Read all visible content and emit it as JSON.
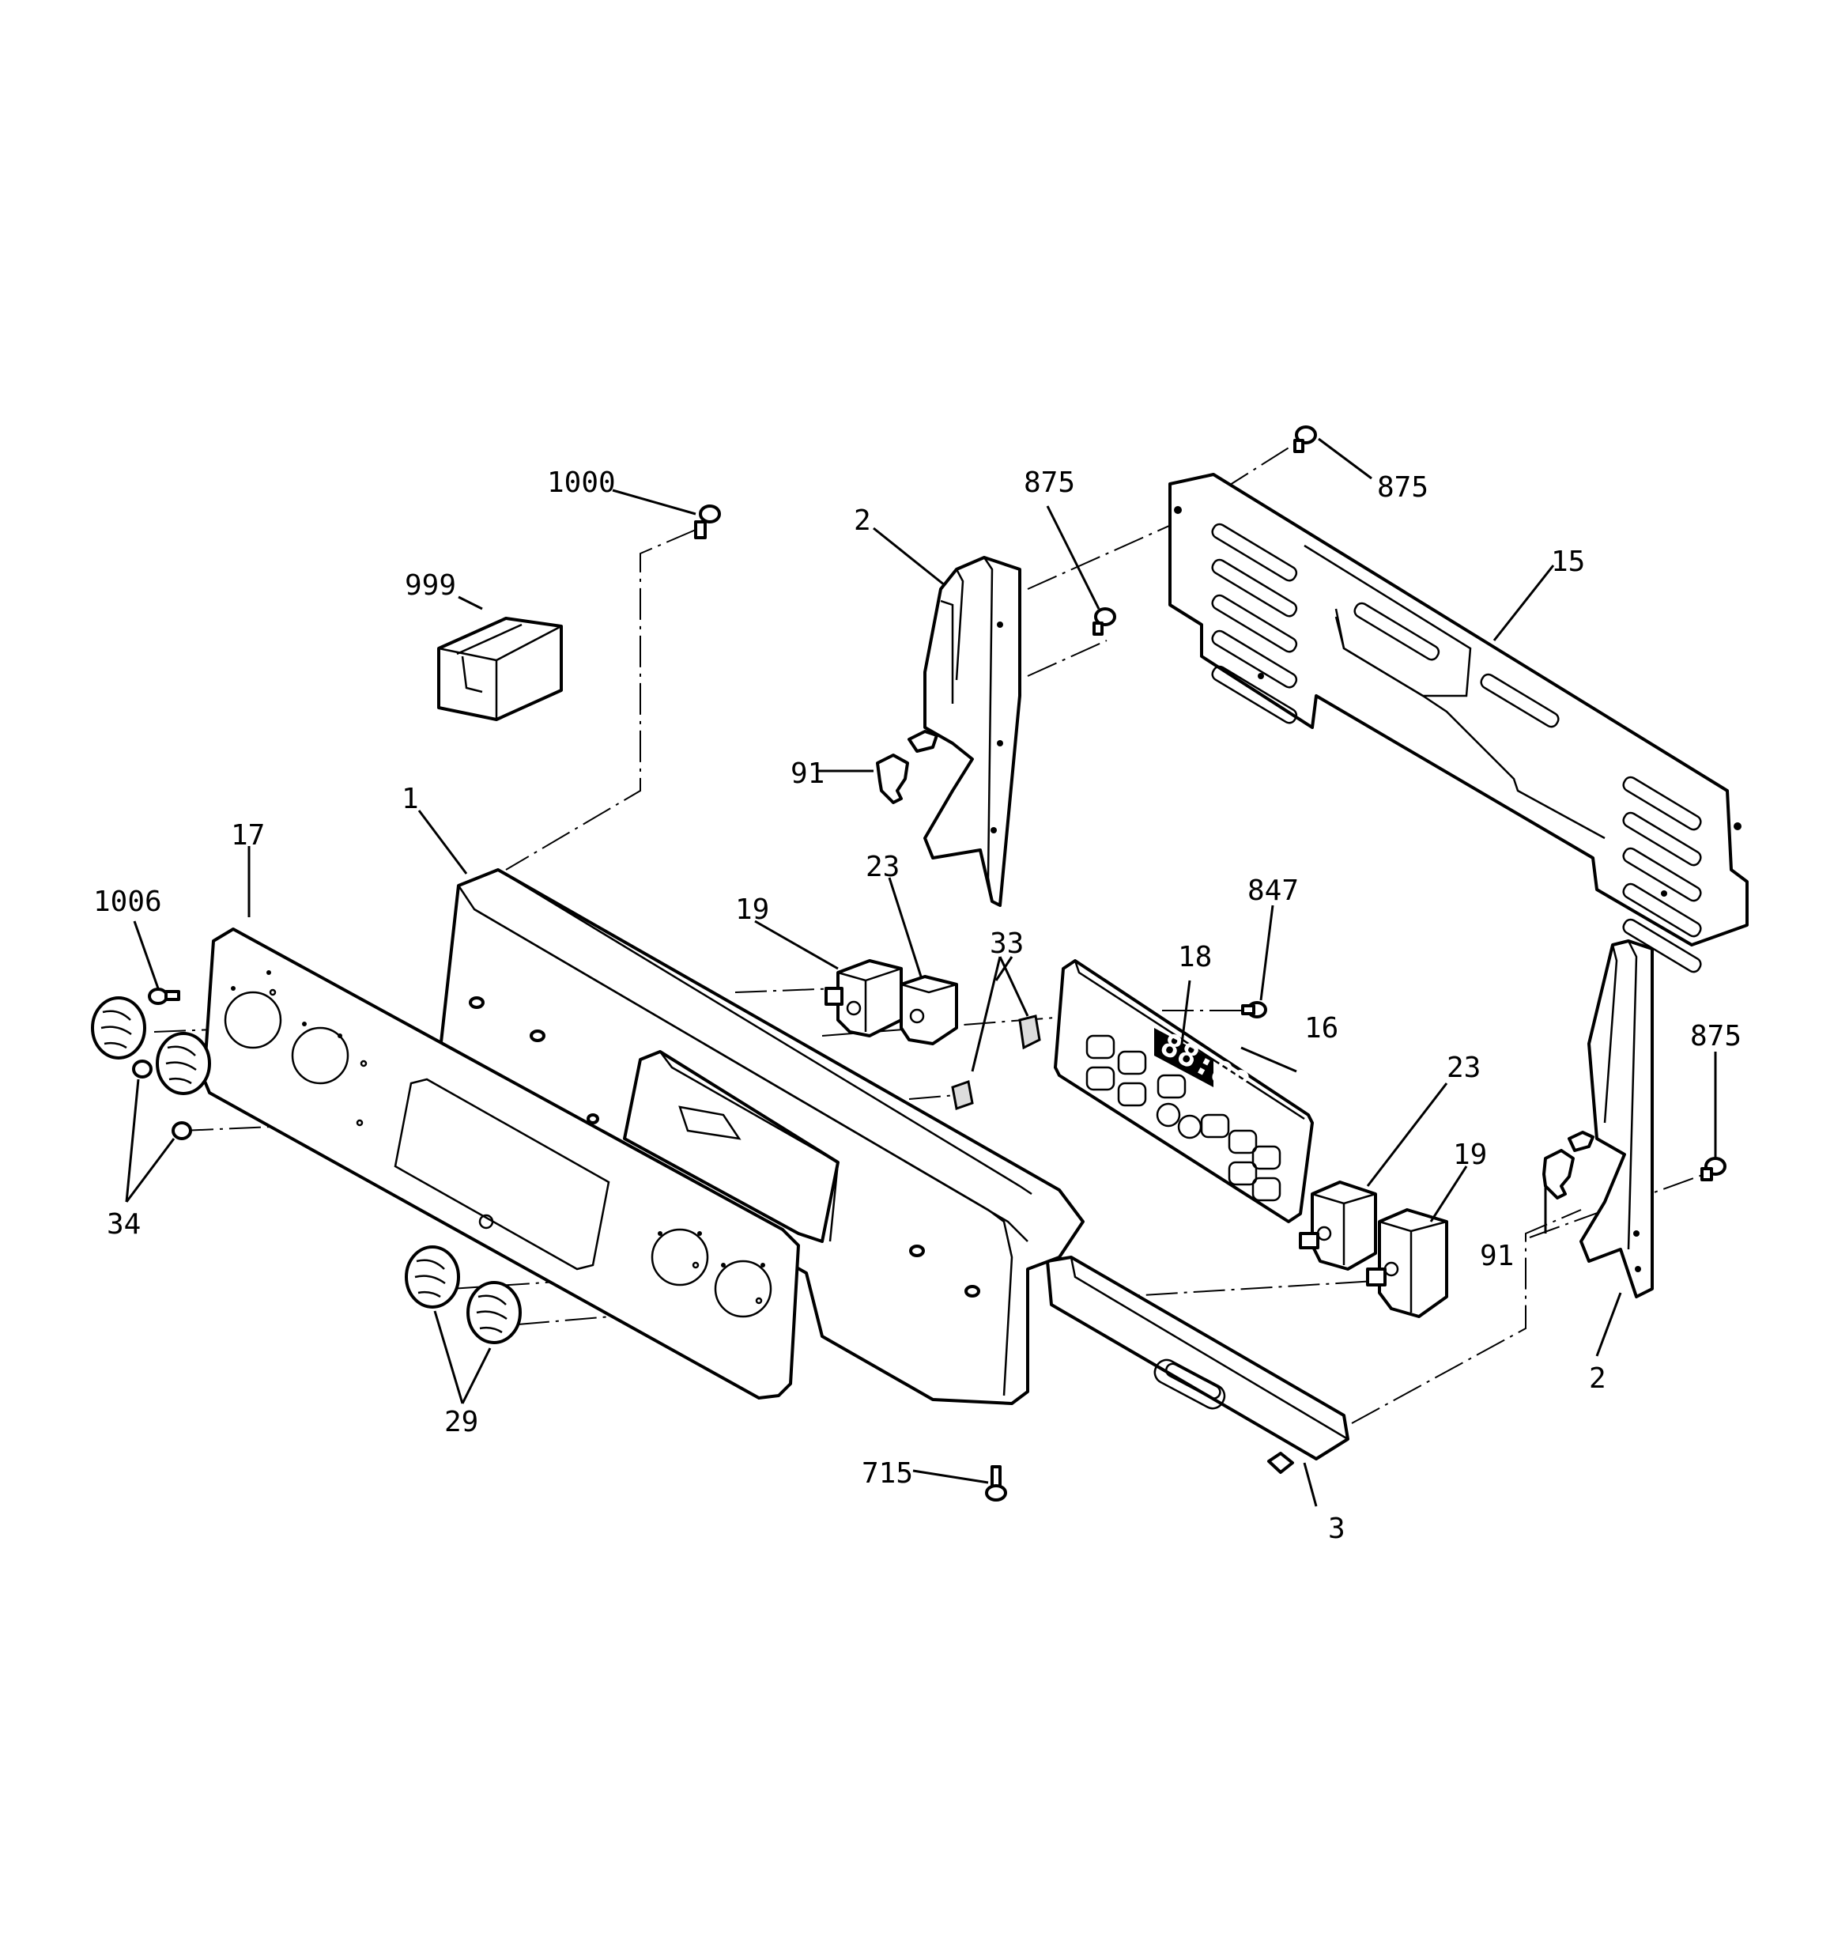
{
  "callouts": {
    "c1000": "1000",
    "c999": "999",
    "c875a": "875",
    "c875b": "875",
    "c875c": "875",
    "c15": "15",
    "c2a": "2",
    "c2b": "2",
    "c91a": "91",
    "c91b": "91",
    "c1": "1",
    "c17": "17",
    "c1006": "1006",
    "c19a": "19",
    "c19b": "19",
    "c23a": "23",
    "c23b": "23",
    "c33": "33",
    "c18": "18",
    "c847": "847",
    "c16": "16",
    "c34": "34",
    "c29": "29",
    "c715": "715",
    "c3": "3"
  },
  "display_readout": "88:88"
}
